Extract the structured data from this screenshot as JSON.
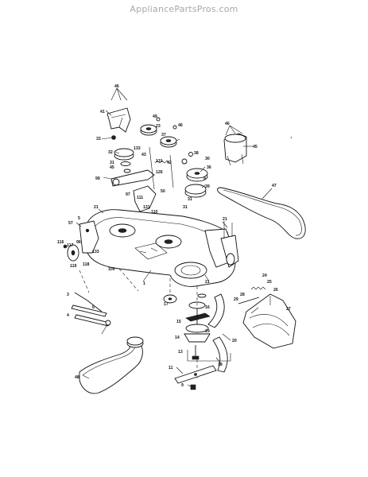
{
  "header": {
    "site": "AppliancePartsPros.com"
  },
  "diagram": {
    "callouts": [
      {
        "id": "c46a",
        "text": "46"
      },
      {
        "id": "c41",
        "text": "41"
      },
      {
        "id": "c49",
        "text": "49"
      },
      {
        "id": "c33",
        "text": "33"
      },
      {
        "id": "c46b",
        "text": "46"
      },
      {
        "id": "c23",
        "text": "23"
      },
      {
        "id": "c37",
        "text": "37"
      },
      {
        "id": "c46c",
        "text": "46"
      },
      {
        "id": "c45",
        "text": "45"
      },
      {
        "id": "c32",
        "text": "32"
      },
      {
        "id": "c133",
        "text": "133"
      },
      {
        "id": "c43",
        "text": "43"
      },
      {
        "id": "c38",
        "text": "38"
      },
      {
        "id": "c30",
        "text": "30"
      },
      {
        "id": "c31a",
        "text": "31"
      },
      {
        "id": "c45b",
        "text": "45"
      },
      {
        "id": "c42",
        "text": "42"
      },
      {
        "id": "c131",
        "text": "131"
      },
      {
        "id": "c36",
        "text": "36"
      },
      {
        "id": "c126",
        "text": "126"
      },
      {
        "id": "c99",
        "text": "99"
      },
      {
        "id": "c8",
        "text": "8"
      },
      {
        "id": "c39",
        "text": "39"
      },
      {
        "id": "c97",
        "text": "97"
      },
      {
        "id": "c50",
        "text": "50"
      },
      {
        "id": "c31b",
        "text": "31"
      },
      {
        "id": "c47",
        "text": "47"
      },
      {
        "id": "c111",
        "text": "111"
      },
      {
        "id": "c131b",
        "text": "131"
      },
      {
        "id": "c110",
        "text": "110"
      },
      {
        "id": "c21a",
        "text": "21"
      },
      {
        "id": "c31c",
        "text": "31"
      },
      {
        "id": "c5",
        "text": "5"
      },
      {
        "id": "c57",
        "text": "57"
      },
      {
        "id": "c21b",
        "text": "21"
      },
      {
        "id": "c116",
        "text": "116"
      },
      {
        "id": "c117",
        "text": "117"
      },
      {
        "id": "c96",
        "text": "96"
      },
      {
        "id": "c133b",
        "text": "133"
      },
      {
        "id": "c118",
        "text": "118"
      },
      {
        "id": "c119",
        "text": "119"
      },
      {
        "id": "c100",
        "text": "100"
      },
      {
        "id": "c24",
        "text": "24"
      },
      {
        "id": "c25",
        "text": "25"
      },
      {
        "id": "c1",
        "text": "1"
      },
      {
        "id": "c21c",
        "text": "21"
      },
      {
        "id": "c26",
        "text": "26"
      },
      {
        "id": "c3",
        "text": "3"
      },
      {
        "id": "c28",
        "text": "28"
      },
      {
        "id": "c29",
        "text": "29"
      },
      {
        "id": "c27",
        "text": "27"
      },
      {
        "id": "c17",
        "text": "17"
      },
      {
        "id": "c6",
        "text": "6"
      },
      {
        "id": "c4",
        "text": "4"
      },
      {
        "id": "c16",
        "text": "16"
      },
      {
        "id": "c15",
        "text": "15"
      },
      {
        "id": "c19",
        "text": "19"
      },
      {
        "id": "c14",
        "text": "14"
      },
      {
        "id": "c20",
        "text": "20"
      },
      {
        "id": "c13",
        "text": "13"
      },
      {
        "id": "c18",
        "text": "18"
      },
      {
        "id": "c48",
        "text": "48"
      },
      {
        "id": "c11",
        "text": "11"
      },
      {
        "id": "c9",
        "text": "9"
      }
    ]
  }
}
